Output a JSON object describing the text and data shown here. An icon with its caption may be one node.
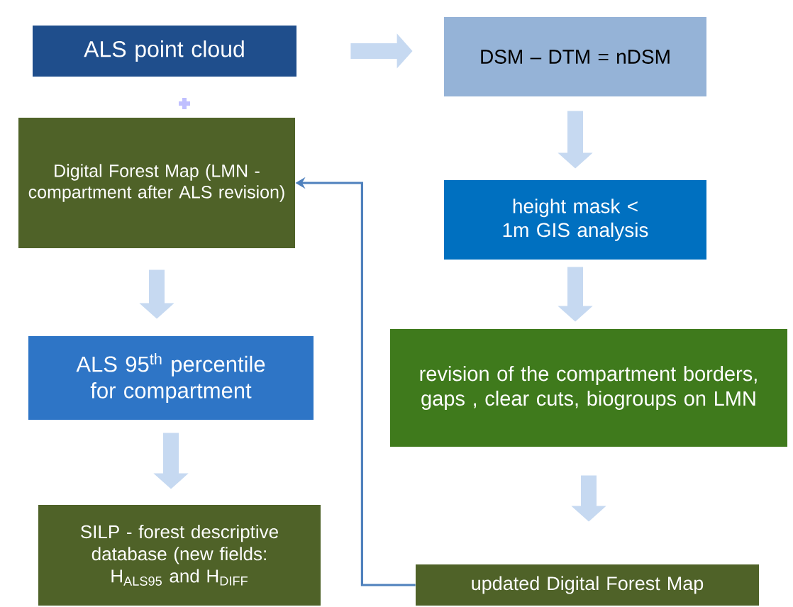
{
  "diagram": {
    "nodes": [
      {
        "text": [
          "ALS point cloud"
        ]
      },
      {
        "text": [
          "DSM – DTM = nDSM"
        ]
      },
      {
        "text": [
          "Digital Forest Map (LMN - compartment after ALS revision)"
        ]
      },
      {
        "text": [
          "height mask < 1m GIS analysis"
        ]
      },
      {
        "text": [
          "ALS 95$^{th}$ percentile for compartment"
        ]
      },
      {
        "text": [
          "revision of the compartment borders, gaps , clear cuts, biogroups on LMN"
        ]
      },
      {
        "text": [
          "SILP - forest descriptive database (new fields: H$_{ALS95}$ and H$_{DIFF}$"
        ]
      },
      {
        "text": [
          "updated Digital Forest Map"
        ]
      }
    ],
    "edges": [
      {
        "from": 0,
        "to": 1,
        "arrow": "to"
      },
      {
        "from": 1,
        "to": 3,
        "arrow": "to"
      },
      {
        "from": 3,
        "to": 5,
        "arrow": "to"
      },
      {
        "from": 5,
        "to": 7,
        "arrow": "to"
      },
      {
        "from": 2,
        "to": 4,
        "arrow": "to"
      },
      {
        "from": 4,
        "to": 6,
        "arrow": "to"
      },
      {
        "from": 7,
        "to": 2,
        "arrow": "to",
        "color": "#4f81bd"
      }
    ]
  }
}
